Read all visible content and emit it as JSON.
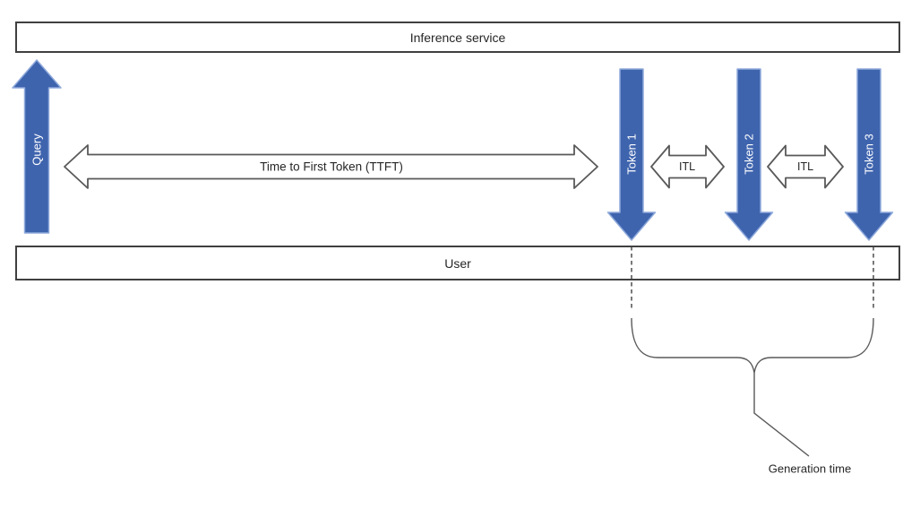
{
  "diagram": {
    "title_implicit": "LLM inference latency timeline",
    "service_bar": {
      "label": "Inference service"
    },
    "user_bar": {
      "label": "User"
    },
    "query_arrow": {
      "label": "Query"
    },
    "ttft_arrow": {
      "label": "Time to First Token (TTFT)"
    },
    "tokens": [
      {
        "label": "Token 1"
      },
      {
        "label": "Token 2"
      },
      {
        "label": "Token 3"
      }
    ],
    "itl_arrows": [
      {
        "label": "ITL"
      },
      {
        "label": "ITL"
      }
    ],
    "generation": {
      "label": "Generation time"
    },
    "colors": {
      "arrow_blue_fill": "#3F64AE",
      "arrow_blue_border": "#8FAADC",
      "outline_arrow_stroke": "#595959",
      "outline_arrow_fill": "#FFFFFF",
      "bar_border": "#404040",
      "bar_fill": "#FFFFFF",
      "callout_stroke": "#595959",
      "text": "#262626",
      "text_on_blue": "#FFFFFF"
    }
  }
}
